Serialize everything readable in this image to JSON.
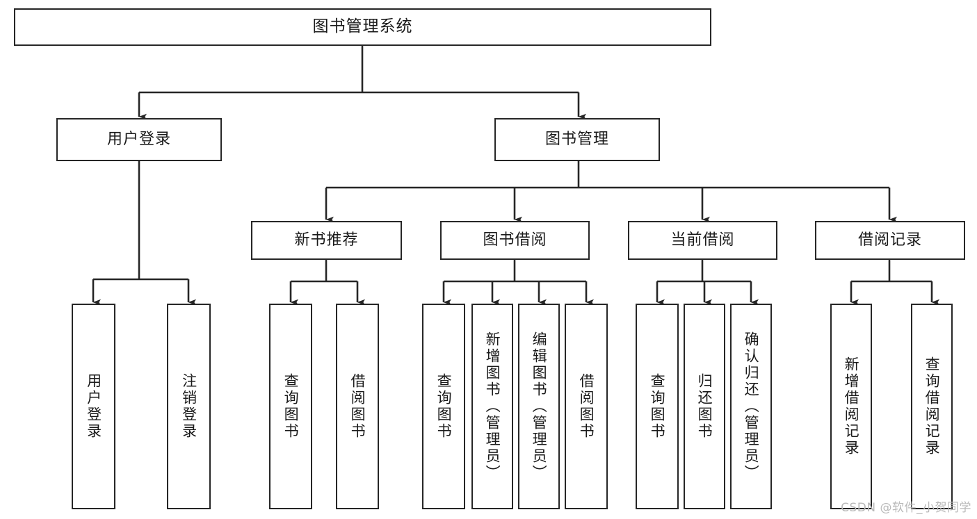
{
  "diagram": {
    "title": "图书管理系统",
    "type": "tree",
    "root": {
      "label": "图书管理系统"
    },
    "level2": [
      {
        "label": "用户登录"
      },
      {
        "label": "图书管理"
      }
    ],
    "level3": [
      {
        "label": "新书推荐",
        "parent": "图书管理"
      },
      {
        "label": "图书借阅",
        "parent": "图书管理"
      },
      {
        "label": "当前借阅",
        "parent": "图书管理"
      },
      {
        "label": "借阅记录",
        "parent": "图书管理"
      }
    ],
    "leaves": {
      "user_login": [
        {
          "label": "用户登录"
        },
        {
          "label": "注销登录"
        }
      ],
      "new_book_recommend": [
        {
          "label": "查询图书"
        },
        {
          "label": "借阅图书"
        }
      ],
      "book_borrow": [
        {
          "label": "查询图书"
        },
        {
          "label": "新增图书（管理员）"
        },
        {
          "label": "编辑图书（管理员）"
        },
        {
          "label": "借阅图书"
        }
      ],
      "current_borrow": [
        {
          "label": "查询图书"
        },
        {
          "label": "归还图书"
        },
        {
          "label": "确认归还（管理员）"
        }
      ],
      "borrow_record": [
        {
          "label": "新增借阅记录"
        },
        {
          "label": "查询借阅记录"
        }
      ]
    },
    "colors": {
      "stroke": "#262626",
      "fill": "#ffffff",
      "text": "#1a1a1a",
      "watermark": "#b9b9b9"
    }
  },
  "watermark": {
    "text": "CSDN @软件_小贺同学"
  }
}
